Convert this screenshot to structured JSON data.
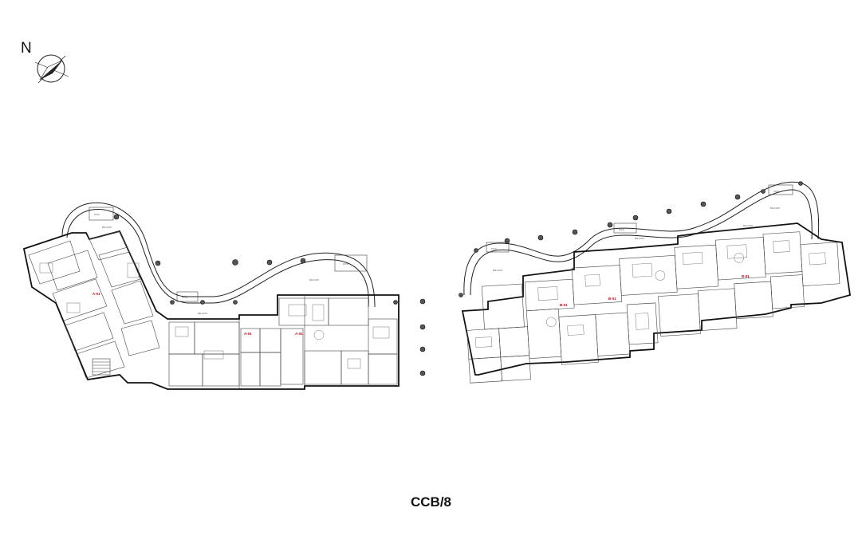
{
  "compass": {
    "letter": "N",
    "icon": "north-arrow-icon"
  },
  "sheet": {
    "code": "CCB/8"
  },
  "colors": {
    "line": "#222222",
    "unit_tag": "#d0021b"
  },
  "left_block": {
    "unit_tags": [
      "A-01",
      "A-01",
      "A-01"
    ],
    "room_text": [
      "BALCONY",
      "BALCONY",
      "BALCONY",
      "POOL",
      "POOL",
      "POOL"
    ]
  },
  "right_block": {
    "unit_tags": [
      "B-01",
      "B-01",
      "B-01"
    ],
    "room_text": [
      "BALCONY",
      "BALCONY",
      "BALCONY",
      "BALCONY",
      "POOL",
      "POOL",
      "POOL"
    ]
  }
}
